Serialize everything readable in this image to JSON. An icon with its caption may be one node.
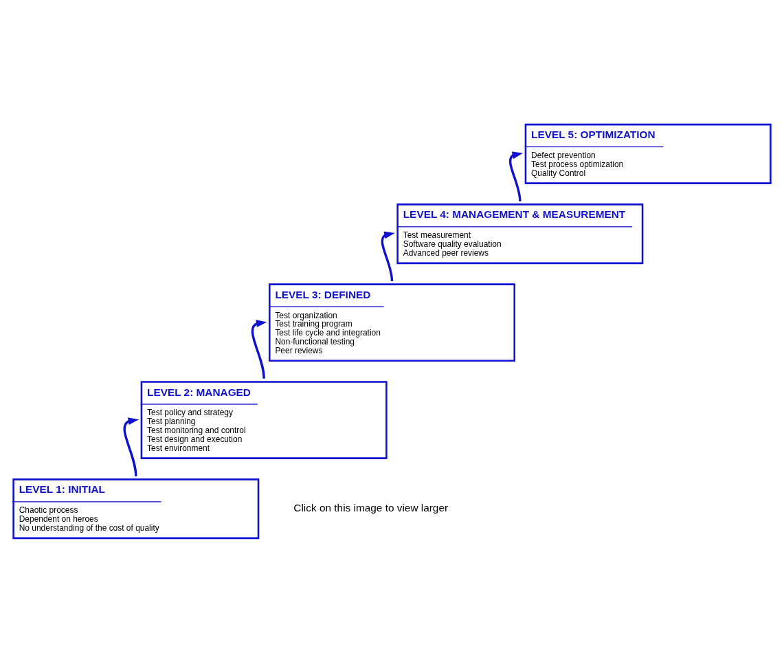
{
  "diagram": {
    "nodes": [
      {
        "text": [
          "LEVEL 1: INITIAL",
          "Chaotic process",
          "Dependent on heroes",
          "No understanding of the cost of quality"
        ]
      },
      {
        "text": [
          "LEVEL 2: MANAGED",
          "Test policy and strategy",
          "Test planning",
          "Test monitoring and control",
          "Test design and execution",
          "Test environment"
        ]
      },
      {
        "text": [
          "LEVEL 3: DEFINED",
          "Test organization",
          "Test training program",
          "Test life cycle and integration",
          "Non-functional testing",
          "Peer reviews"
        ]
      },
      {
        "text": [
          "LEVEL 4: MANAGEMENT & MEASUREMENT",
          "Test measurement",
          "Software quality evaluation",
          "Advanced peer reviews"
        ]
      },
      {
        "text": [
          "LEVEL 5: OPTIMIZATION",
          "Defect prevention",
          "Test process optimization",
          "Quality Control"
        ]
      }
    ],
    "edges": [
      {
        "from": 0,
        "to": 1,
        "arrow": "to"
      },
      {
        "from": 1,
        "to": 2,
        "arrow": "to"
      },
      {
        "from": 2,
        "to": 3,
        "arrow": "to"
      },
      {
        "from": 3,
        "to": 4,
        "arrow": "to"
      }
    ],
    "labels": [
      "Click on this image to view larger"
    ]
  }
}
